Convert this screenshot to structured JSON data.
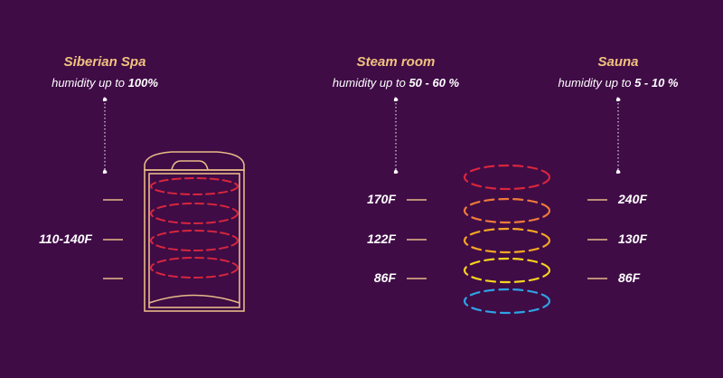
{
  "colors": {
    "background": "#3f0c46",
    "title": "#f1c27e",
    "text": "#ffffff",
    "outline": "#e7b987",
    "ring_red": "#d7263d",
    "ring_orange": "#ef7a3a",
    "ring_amber": "#f6a623",
    "ring_yellow": "#f7d21e",
    "ring_blue": "#2ea3e6"
  },
  "siberian_spa": {
    "title": "Siberian Spa",
    "humidity_prefix": "humidity up to ",
    "humidity_value": "100%",
    "temperature": "110-140F"
  },
  "steam_room": {
    "title": "Steam room",
    "humidity_prefix": "humidity up to ",
    "humidity_value": "50 - 60 %",
    "temps": [
      "170F",
      "122F",
      "86F"
    ]
  },
  "sauna": {
    "title": "Sauna",
    "humidity_prefix": "humidity up to ",
    "humidity_value": "5 - 10 %",
    "temps": [
      "240F",
      "130F",
      "86F"
    ]
  }
}
